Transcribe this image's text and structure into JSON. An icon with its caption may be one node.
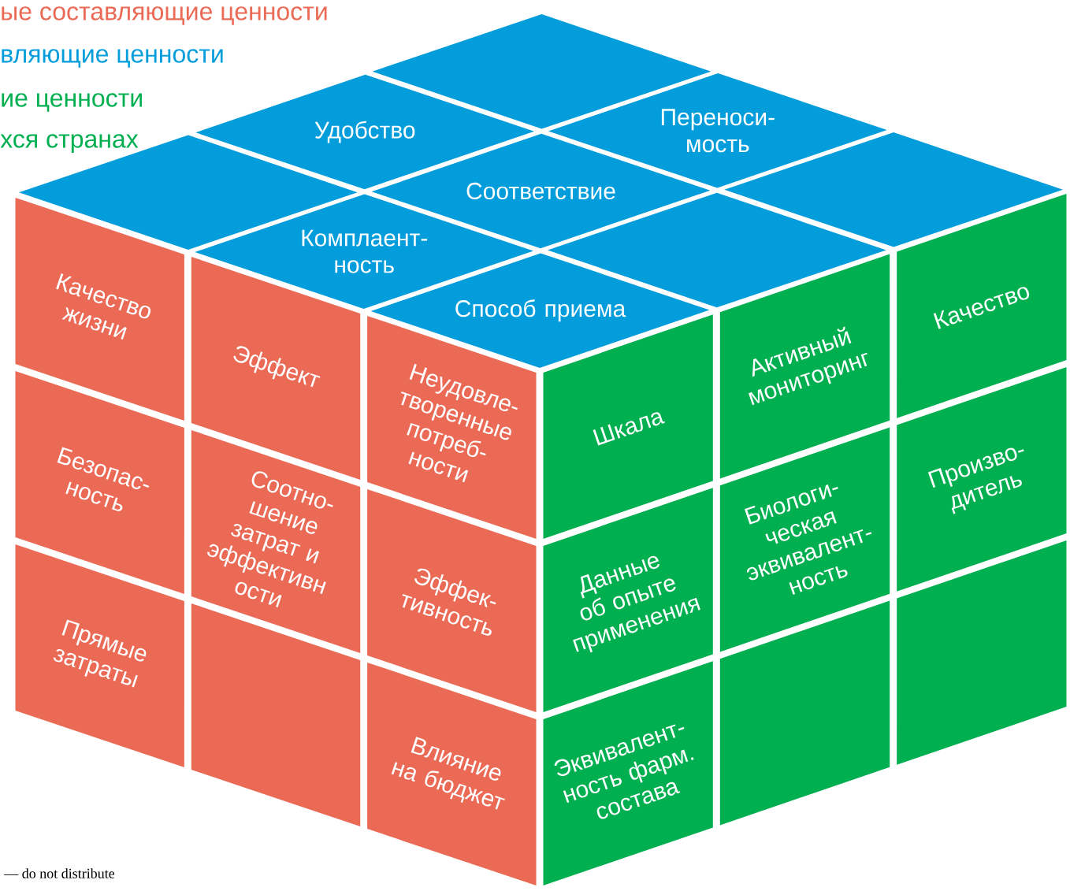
{
  "diagram": {
    "nodes": [
      {
        "text": [],
        "shape": "diamond"
      },
      {
        "text": [
          "Удобство"
        ]
      },
      {
        "text": [
          "Переноси-мость"
        ]
      },
      {
        "text": [],
        "shape": "diamond"
      },
      {
        "text": [
          "Соответствие"
        ]
      },
      {
        "text": [],
        "shape": "diamond"
      },
      {
        "text": [
          "Комплаент-ность"
        ]
      },
      {
        "text": [],
        "shape": "diamond"
      },
      {
        "text": [
          "Способ приема"
        ]
      },
      {
        "text": [
          "Качество жизни"
        ]
      },
      {
        "text": [
          "Эффект"
        ]
      },
      {
        "text": [
          "Неудовле-творенные потреб-ности"
        ]
      },
      {
        "text": [
          "Шкала"
        ]
      },
      {
        "text": [
          "Активный мониторинг"
        ]
      },
      {
        "text": [
          "Качество"
        ]
      },
      {
        "text": [
          "Безопас-ность"
        ]
      },
      {
        "text": [
          "Соотно-шение затрат и эффективн ости"
        ]
      },
      {
        "text": [
          "Эффек-тивность"
        ]
      },
      {
        "text": [
          "Данные об опыте применения"
        ]
      },
      {
        "text": [
          "Биологи-ческая эквивалент-ность"
        ]
      },
      {
        "text": [
          "Произво-дитель"
        ]
      },
      {
        "text": [
          "Прямые затраты"
        ]
      },
      {
        "text": [],
        "shape": "parallelogram"
      },
      {
        "text": [
          "Влияние на бюджет"
        ]
      },
      {
        "text": [
          "Эквивалент-ность фарм. состава"
        ]
      },
      {
        "text": [],
        "shape": "parallelogram"
      },
      {
        "text": [],
        "shape": "parallelogram"
      }
    ],
    "labels": [
      "ые составляющие ценности",
      "вляющие ценности",
      "ие ценности",
      "хся странах",
      "— do not distribute"
    ]
  }
}
